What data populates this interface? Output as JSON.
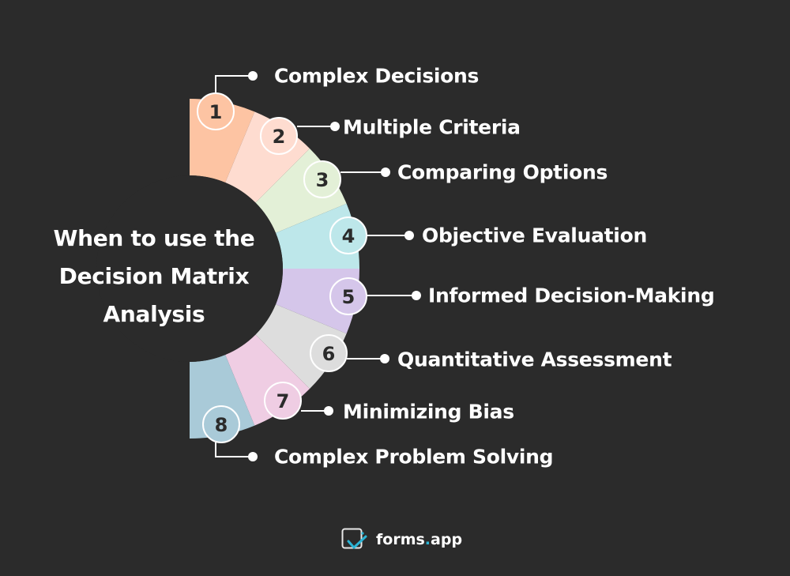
{
  "title": {
    "lines": [
      "When to use the",
      "Decision Matrix",
      "Analysis"
    ]
  },
  "colors": {
    "background": "#2b2b2b",
    "text": "#ffffff",
    "connector": "#ffffff",
    "badge_border": "#ffffff",
    "logo_accent": "#2bb5d6"
  },
  "items": [
    {
      "number": "1",
      "label": "Complex Decisions",
      "color": "#fdc4a3"
    },
    {
      "number": "2",
      "label": "Multiple Criteria",
      "color": "#fedcd0"
    },
    {
      "number": "3",
      "label": "Comparing Options",
      "color": "#e3f0d7"
    },
    {
      "number": "4",
      "label": "Objective Evaluation",
      "color": "#bde7ea"
    },
    {
      "number": "5",
      "label": "Informed Decision-Making",
      "color": "#d5c6ea"
    },
    {
      "number": "6",
      "label": "Quantitative Assessment",
      "color": "#dddddd"
    },
    {
      "number": "7",
      "label": "Minimizing Bias",
      "color": "#efcde3"
    },
    {
      "number": "8",
      "label": "Complex Problem Solving",
      "color": "#a9cad8"
    }
  ],
  "logo": {
    "name_main": "forms",
    "name_dot": ".",
    "name_suffix": "app",
    "icon": "forms-app-check-icon"
  }
}
